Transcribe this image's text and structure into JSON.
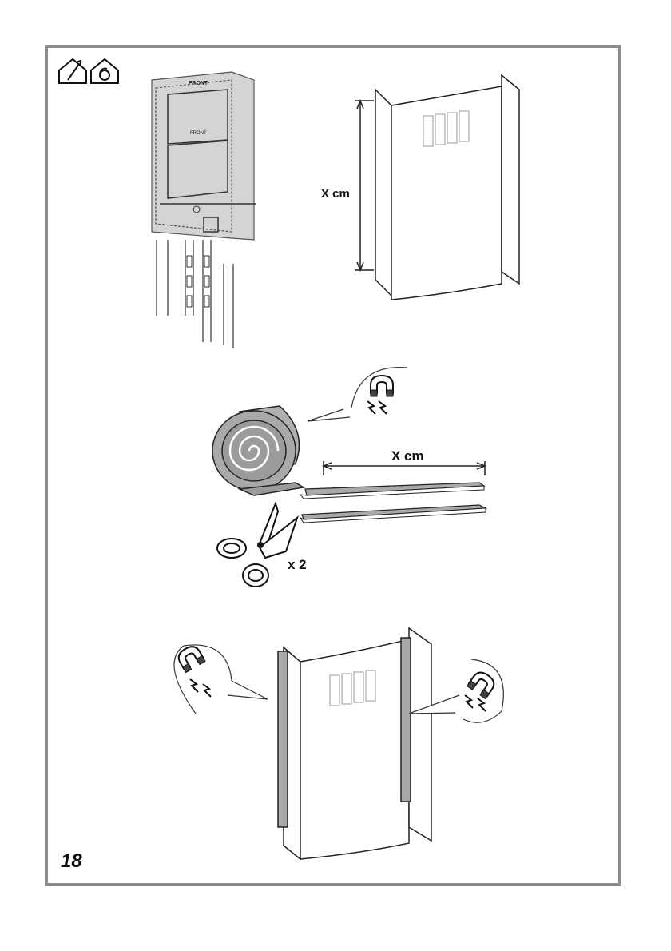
{
  "labels": {
    "dimension_top": "X cm",
    "dimension_strip": "X cm",
    "quantity": "x 2",
    "page_number": "18"
  },
  "icons": [
    "ducted-mode-icon",
    "recirculation-mode-icon",
    "magnet-icon",
    "scissors-icon",
    "felt-roll-icon"
  ],
  "text_labels_on_frame": {
    "front_top": "FRONT",
    "front_mid": "FRONT"
  },
  "colors": {
    "frame_border": "#8c8c8c",
    "felt": "#a9a9a9",
    "cage": "#d4d4d4",
    "ink": "#111111"
  }
}
